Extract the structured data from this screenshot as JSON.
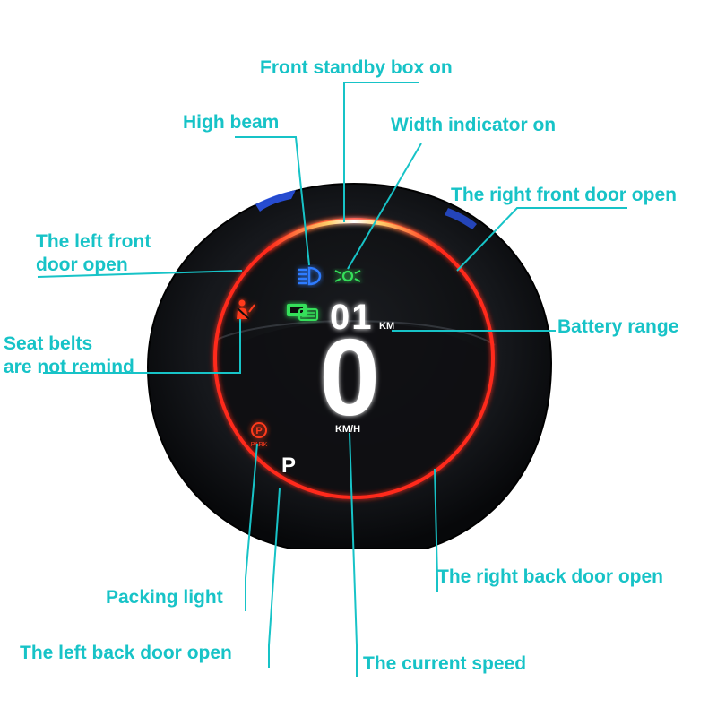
{
  "display": {
    "range_value": "01",
    "range_unit": "KM",
    "speed_value": "0",
    "speed_unit": "KM/H",
    "gear": "P",
    "park_label": "PARK",
    "park_symbol": "P"
  },
  "icons": {
    "high_beam": "high-beam-icon",
    "width_indicator": "width-indicator-icon",
    "front_standby": "front-standby-box-icon",
    "seat_belt": "seat-belt-icon",
    "park": "parking-brake-icon"
  },
  "labels": {
    "front_standby": "Front standby box on",
    "high_beam": "High beam",
    "width_indicator": "Width indicator on",
    "right_front_door": "The right front door open",
    "left_front_door_1": "The left front",
    "left_front_door_2": "door open",
    "seat_belts_1": "Seat belts",
    "seat_belts_2": "are not remind",
    "battery_range": "Battery range",
    "right_back_door": "The right back door open",
    "packing_light": "Packing light",
    "left_back_door": "The left back door open",
    "current_speed": "The current speed"
  },
  "colors": {
    "label": "#17c3c7",
    "ring_red": "#ff2a1a",
    "digits": "#ffffff",
    "high_beam": "#2f7bff",
    "width_indicator": "#35e05a",
    "warning": "#ff3a1a"
  }
}
